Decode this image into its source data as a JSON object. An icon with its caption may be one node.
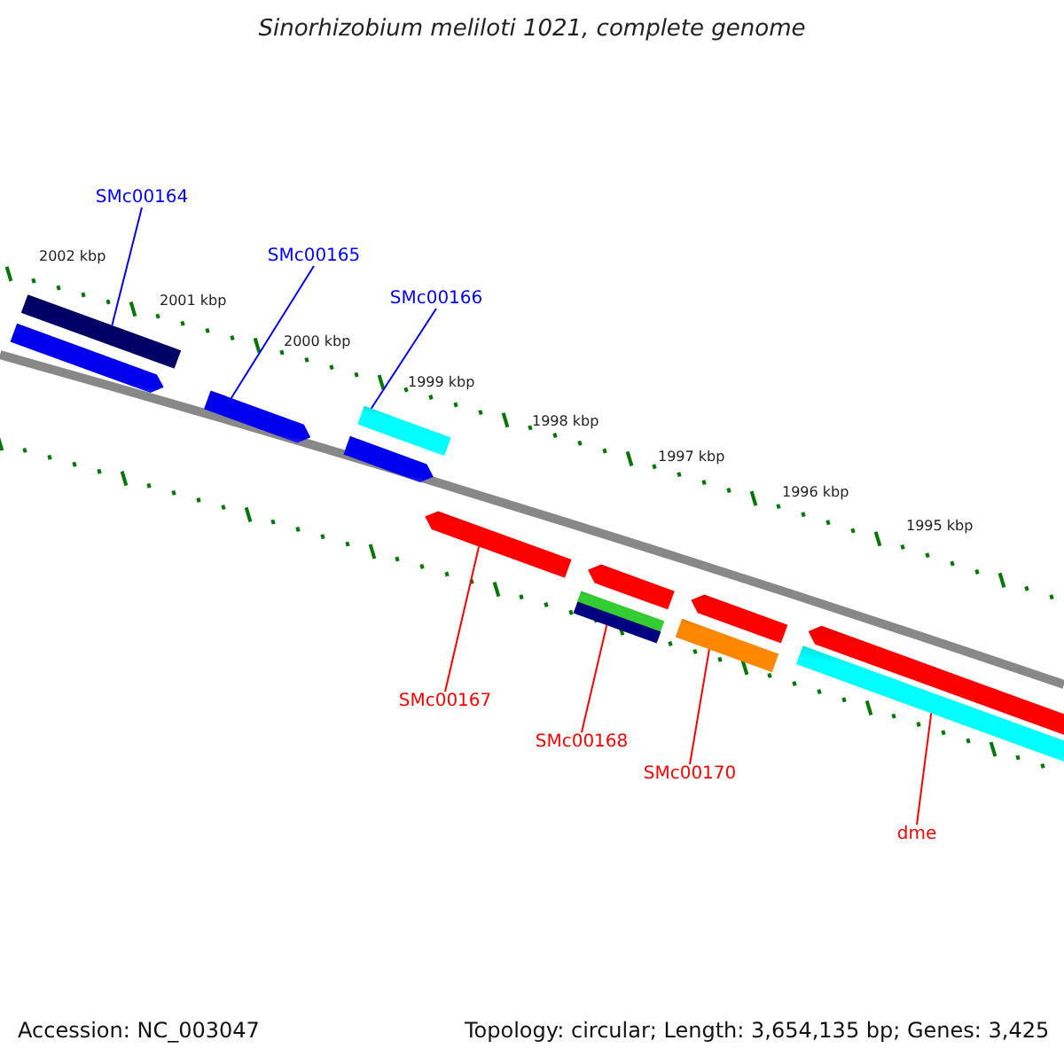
{
  "diagram": {
    "title": "Sinorhizobium meliloti 1021, complete genome",
    "nodes": [
      {
        "text": [
          "SMc00164"
        ]
      },
      {
        "text": [
          "SMc00165"
        ]
      },
      {
        "text": [
          "SMc00166"
        ]
      },
      {
        "text": [
          "SMc00167"
        ]
      },
      {
        "text": [
          "SMc00168"
        ]
      },
      {
        "text": [
          "SMc00170"
        ]
      },
      {
        "text": [
          "dme"
        ]
      },
      {
        "text": [],
        "shape": "bar"
      },
      {
        "text": [],
        "shape": "bar"
      },
      {
        "text": [],
        "shape": "bar"
      },
      {
        "text": [],
        "shape": "bar"
      },
      {
        "text": [],
        "shape": "bar"
      },
      {
        "text": [],
        "shape": "bar"
      },
      {
        "text": [],
        "shape": "bar"
      },
      {
        "text": [],
        "shape": "bar"
      },
      {
        "text": [],
        "shape": "bar"
      },
      {
        "text": [],
        "shape": "bar"
      },
      {
        "text": [],
        "shape": "bar"
      },
      {
        "text": [],
        "shape": "bar"
      },
      {
        "text": [],
        "shape": "bar"
      }
    ],
    "edges": [
      {
        "from": 0,
        "to": 7,
        "arrow": "none",
        "color": "#0000ff"
      },
      {
        "from": 1,
        "to": 9,
        "arrow": "none",
        "color": "#0000ff"
      },
      {
        "from": 2,
        "to": 10,
        "arrow": "none",
        "color": "#0000ff"
      },
      {
        "from": 3,
        "to": 12,
        "arrow": "none"
      },
      {
        "from": 4,
        "to": 15,
        "arrow": "none"
      },
      {
        "from": 5,
        "to": 17,
        "arrow": "none"
      },
      {
        "from": 6,
        "to": 19,
        "arrow": "none"
      }
    ],
    "labels": [
      "2002 kbp",
      "2001 kbp",
      "2000 kbp",
      "1999 kbp",
      "1998 kbp",
      "1997 kbp",
      "1996 kbp",
      "1995 kbp",
      "Accession: NC_003047",
      "Topology: circular; Length: 3,654,135 bp; Genes: 3,425"
    ]
  }
}
